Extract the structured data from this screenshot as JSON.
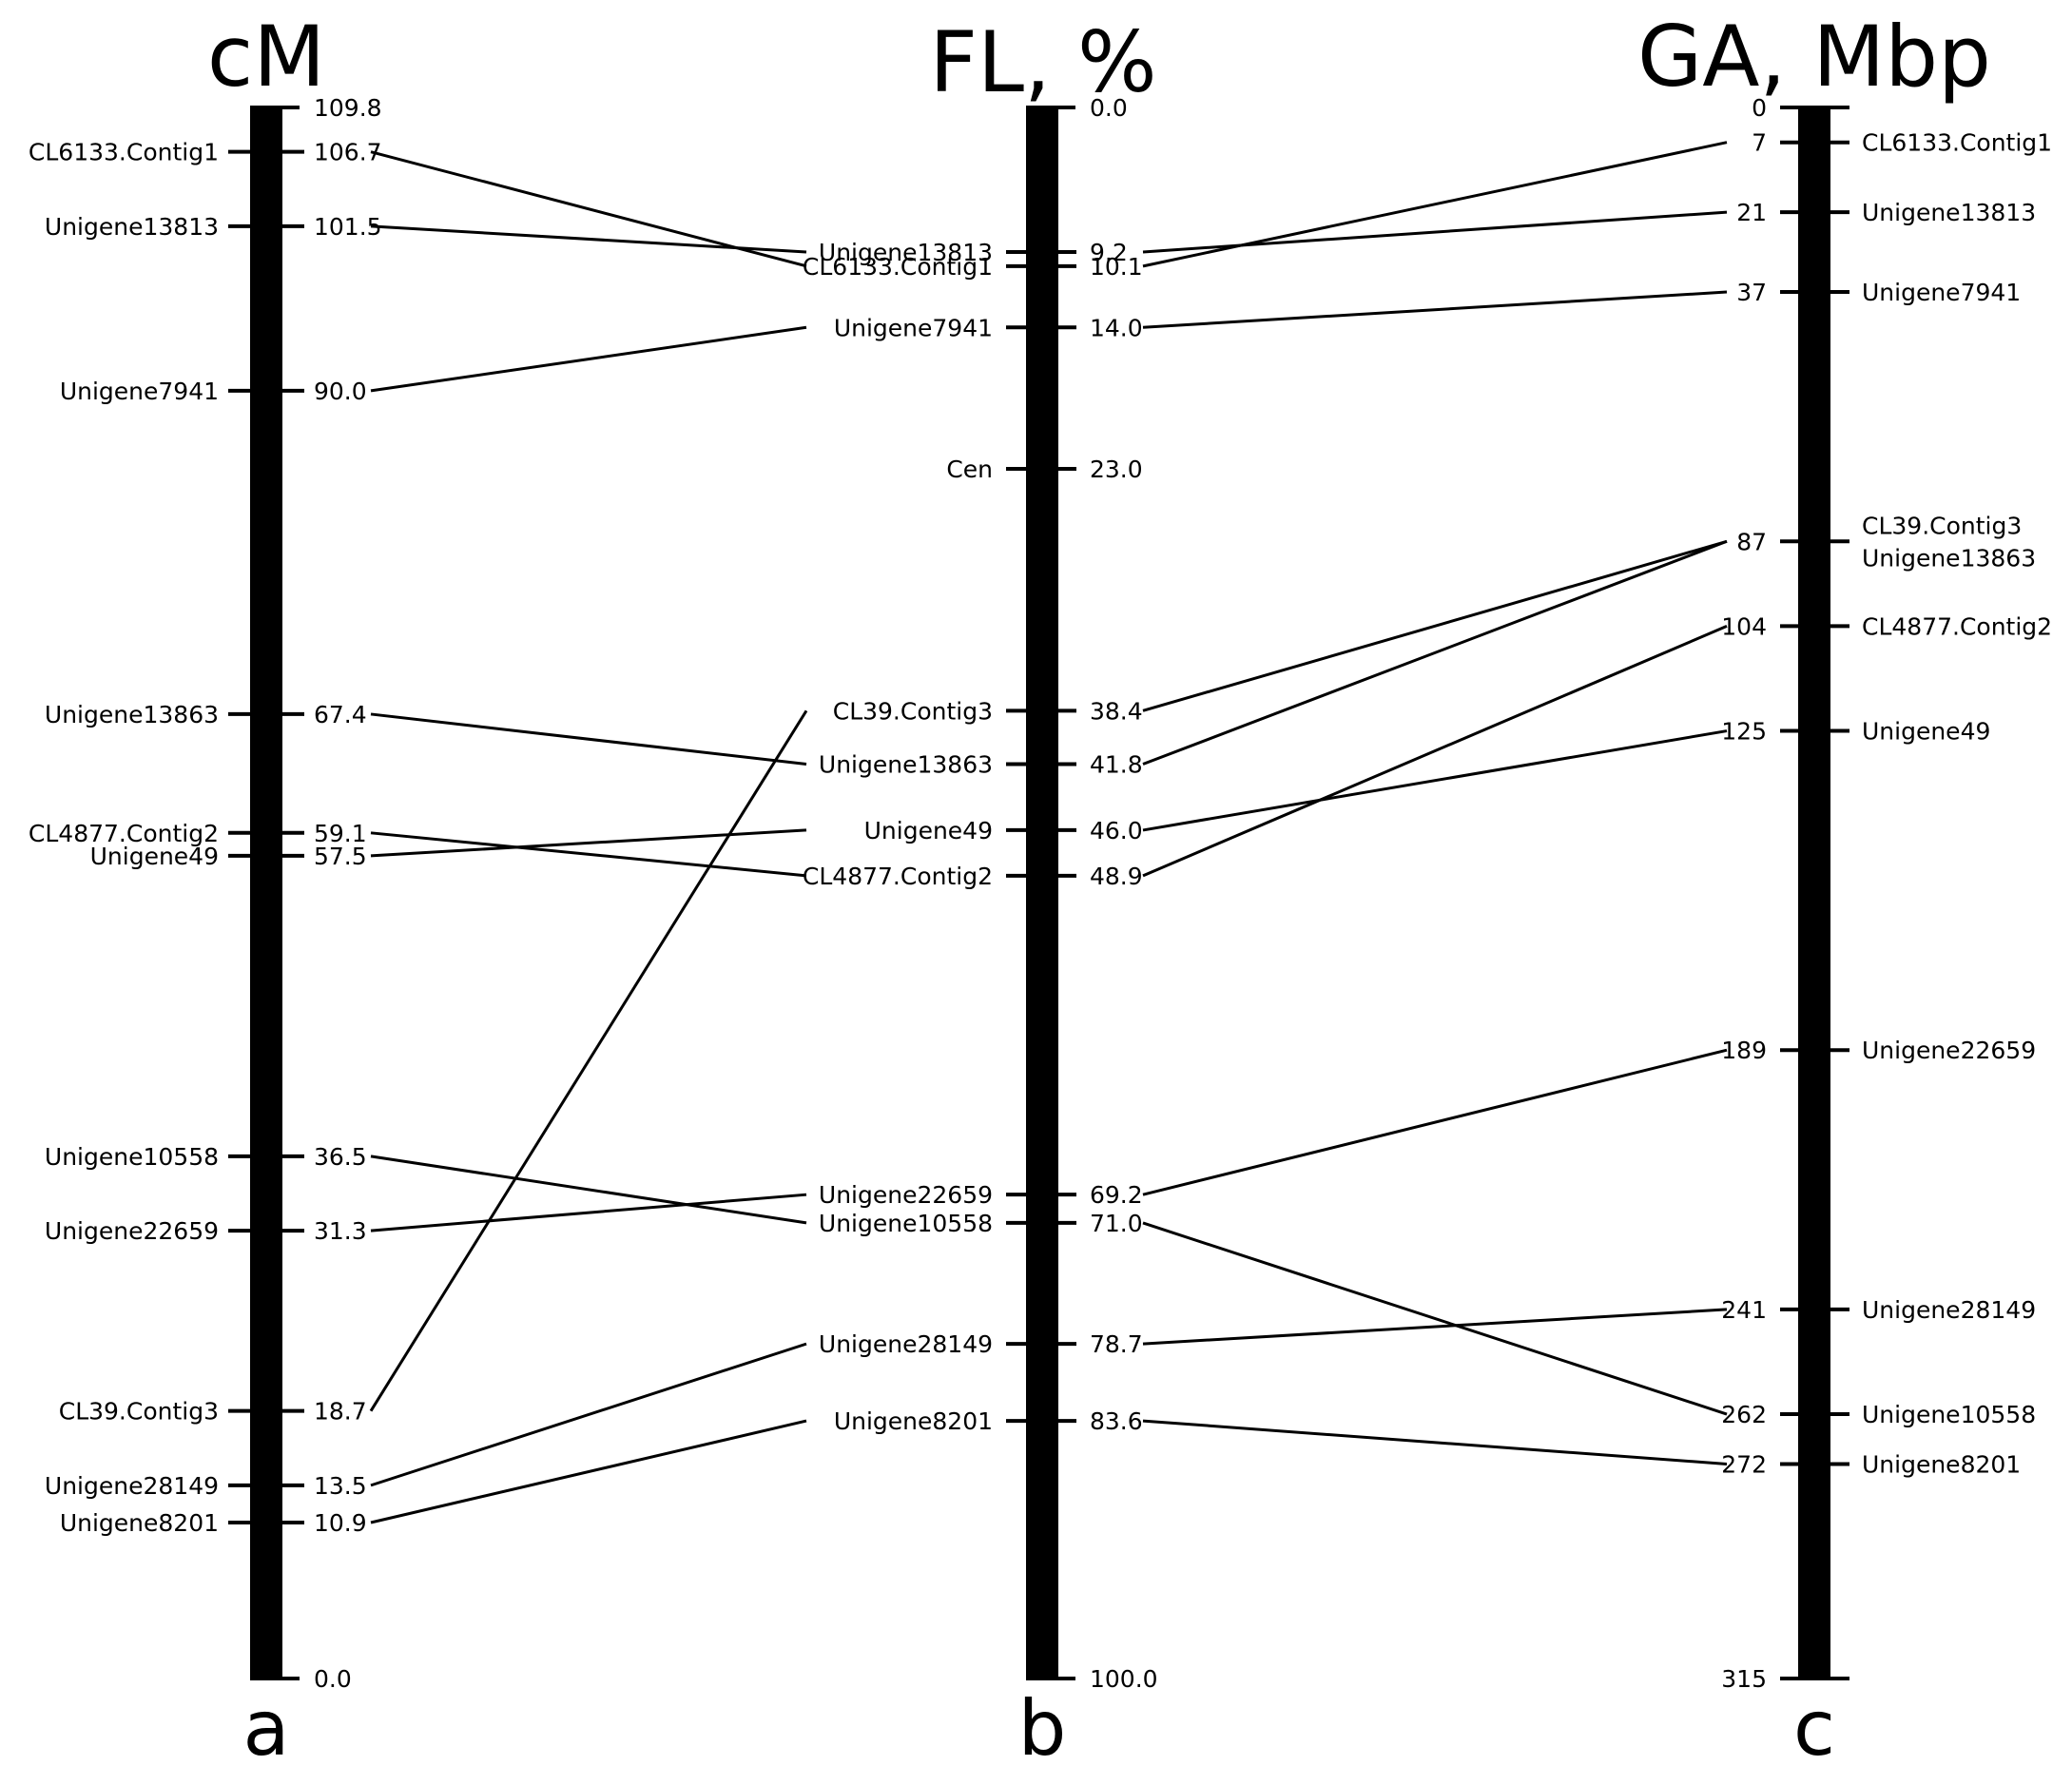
{
  "colors": {
    "ink": "#000000",
    "background": "#ffffff"
  },
  "headers": {
    "a": "cM",
    "b": "FL, %",
    "c": "GA, Mbp"
  },
  "panel_letters": {
    "a": "a",
    "b": "b",
    "c": "c"
  },
  "axes": {
    "a": {
      "unit": "cM",
      "min": 0.0,
      "max": 109.8,
      "min_label": "0.0",
      "max_label": "109.8",
      "direction": "bottom-to-top"
    },
    "b": {
      "unit": "%",
      "min": 0.0,
      "max": 100.0,
      "min_label": "0.0",
      "max_label": "100.0",
      "direction": "top-to-bottom"
    },
    "c": {
      "unit": "Mbp",
      "min": 0,
      "max": 315,
      "min_label": "0",
      "max_label": "315",
      "direction": "top-to-bottom"
    }
  },
  "markers_a": [
    {
      "name": "CL6133.Contig1",
      "value": 106.7,
      "label": "106.7"
    },
    {
      "name": "Unigene13813",
      "value": 101.5,
      "label": "101.5"
    },
    {
      "name": "Unigene7941",
      "value": 90.0,
      "label": "90.0"
    },
    {
      "name": "Unigene13863",
      "value": 67.4,
      "label": "67.4"
    },
    {
      "name": "CL4877.Contig2",
      "value": 59.1,
      "label": "59.1"
    },
    {
      "name": "Unigene49",
      "value": 57.5,
      "label": "57.5"
    },
    {
      "name": "Unigene10558",
      "value": 36.5,
      "label": "36.5"
    },
    {
      "name": "Unigene22659",
      "value": 31.3,
      "label": "31.3"
    },
    {
      "name": "CL39.Contig3",
      "value": 18.7,
      "label": "18.7"
    },
    {
      "name": "Unigene28149",
      "value": 13.5,
      "label": "13.5"
    },
    {
      "name": "Unigene8201",
      "value": 10.9,
      "label": "10.9"
    }
  ],
  "markers_b": [
    {
      "name": "Unigene13813",
      "value": 9.2,
      "label": "9.2"
    },
    {
      "name": "CL6133.Contig1",
      "value": 10.1,
      "label": "10.1"
    },
    {
      "name": "Unigene7941",
      "value": 14.0,
      "label": "14.0"
    },
    {
      "name": "Cen",
      "value": 23.0,
      "label": "23.0"
    },
    {
      "name": "CL39.Contig3",
      "value": 38.4,
      "label": "38.4"
    },
    {
      "name": "Unigene13863",
      "value": 41.8,
      "label": "41.8"
    },
    {
      "name": "Unigene49",
      "value": 46.0,
      "label": "46.0"
    },
    {
      "name": "CL4877.Contig2",
      "value": 48.9,
      "label": "48.9"
    },
    {
      "name": "Unigene22659",
      "value": 69.2,
      "label": "69.2"
    },
    {
      "name": "Unigene10558",
      "value": 71.0,
      "label": "71.0"
    },
    {
      "name": "Unigene28149",
      "value": 78.7,
      "label": "78.7"
    },
    {
      "name": "Unigene8201",
      "value": 83.6,
      "label": "83.6"
    }
  ],
  "markers_c": [
    {
      "names": [
        "CL6133.Contig1"
      ],
      "value": 7,
      "label": "7"
    },
    {
      "names": [
        "Unigene13813"
      ],
      "value": 21,
      "label": "21"
    },
    {
      "names": [
        "Unigene7941"
      ],
      "value": 37,
      "label": "37"
    },
    {
      "names": [
        "CL39.Contig3",
        "Unigene13863"
      ],
      "value": 87,
      "label": "87"
    },
    {
      "names": [
        "CL4877.Contig2"
      ],
      "value": 104,
      "label": "104"
    },
    {
      "names": [
        "Unigene49"
      ],
      "value": 125,
      "label": "125"
    },
    {
      "names": [
        "Unigene22659"
      ],
      "value": 189,
      "label": "189"
    },
    {
      "names": [
        "Unigene28149"
      ],
      "value": 241,
      "label": "241"
    },
    {
      "names": [
        "Unigene10558"
      ],
      "value": 262,
      "label": "262"
    },
    {
      "names": [
        "Unigene8201"
      ],
      "value": 272,
      "label": "272"
    }
  ],
  "links_ab": [
    {
      "marker": "CL6133.Contig1",
      "a": 106.7,
      "b": 10.1
    },
    {
      "marker": "Unigene13813",
      "a": 101.5,
      "b": 9.2
    },
    {
      "marker": "Unigene7941",
      "a": 90.0,
      "b": 14.0
    },
    {
      "marker": "Unigene13863",
      "a": 67.4,
      "b": 41.8
    },
    {
      "marker": "CL4877.Contig2",
      "a": 59.1,
      "b": 48.9
    },
    {
      "marker": "Unigene49",
      "a": 57.5,
      "b": 46.0
    },
    {
      "marker": "Unigene10558",
      "a": 36.5,
      "b": 71.0
    },
    {
      "marker": "Unigene22659",
      "a": 31.3,
      "b": 69.2
    },
    {
      "marker": "CL39.Contig3",
      "a": 18.7,
      "b": 38.4
    },
    {
      "marker": "Unigene28149",
      "a": 13.5,
      "b": 78.7
    },
    {
      "marker": "Unigene8201",
      "a": 10.9,
      "b": 83.6
    }
  ],
  "links_bc": [
    {
      "marker": "Unigene13813",
      "b": 9.2,
      "c": 21
    },
    {
      "marker": "CL6133.Contig1",
      "b": 10.1,
      "c": 7
    },
    {
      "marker": "Unigene7941",
      "b": 14.0,
      "c": 37
    },
    {
      "marker": "CL39.Contig3",
      "b": 38.4,
      "c": 87
    },
    {
      "marker": "Unigene13863",
      "b": 41.8,
      "c": 87
    },
    {
      "marker": "Unigene49",
      "b": 46.0,
      "c": 125
    },
    {
      "marker": "CL4877.Contig2",
      "b": 48.9,
      "c": 104
    },
    {
      "marker": "Unigene22659",
      "b": 69.2,
      "c": 189
    },
    {
      "marker": "Unigene10558",
      "b": 71.0,
      "c": 262
    },
    {
      "marker": "Unigene28149",
      "b": 78.7,
      "c": 241
    },
    {
      "marker": "Unigene8201",
      "b": 83.6,
      "c": 272
    }
  ]
}
